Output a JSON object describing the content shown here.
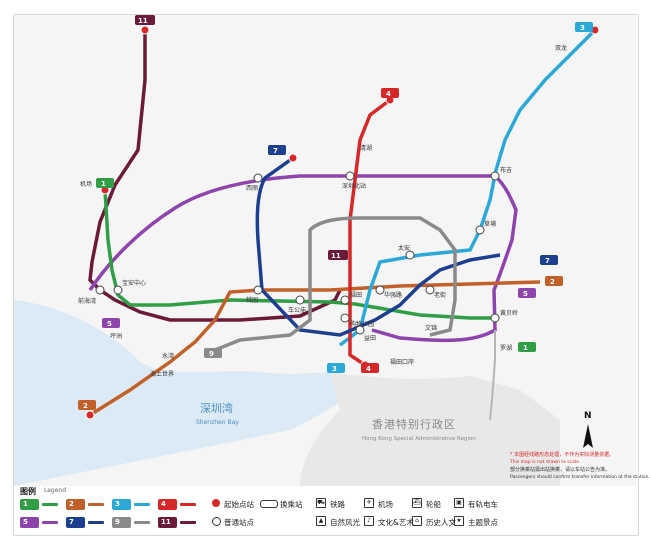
{
  "colors": {
    "line1": "#2f9e44",
    "line2": "#c2602a",
    "line3": "#2ba8d8",
    "line4": "#d62828",
    "line5": "#8e44ad",
    "line7": "#1d3f8f",
    "line9": "#8a8a8a",
    "line11": "#6b1a3a",
    "water": "#d6e8f3",
    "land": "#f2f2f2",
    "hk": "#e6e6e6"
  },
  "line_badges": {
    "l1": "1",
    "l2": "2",
    "l3": "3",
    "l4": "4",
    "l5": "5",
    "l7": "7",
    "l9": "9",
    "l11": "11"
  },
  "labels": {
    "bay_cn": "深圳湾",
    "bay_en": "Shenzhen Bay",
    "hk_cn": "香港特别行政区",
    "hk_en": "Hong Kong Special Administrative Region",
    "north": "N",
    "note_red": "* 本图经线路形态处理，不作为实际测量依据。",
    "note_red_en": "This map is not drawn to scale.",
    "note_black_1": "部分换乘站需出站换乘，请以车站公告为准。",
    "note_black_en": "Passengers should confirm transfer information at the station."
  },
  "stations": {
    "futian_port": "福田口岸",
    "luohu": "罗湖",
    "airport": "机场",
    "shuiwan": "水湾",
    "haishang_shijie": "海上世界",
    "baoan_center": "宝安中心",
    "chegongmiao": "车公庙",
    "shopping_park": "购物公园",
    "futian": "福田",
    "huaqiang_rd": "华强路",
    "laojie": "老街",
    "yitian": "益田",
    "shenzhen_north": "深圳北站",
    "xili": "西丽",
    "taoyuan": "桃园",
    "qianhaiwan": "前海湾",
    "shuangyong_street": "双龙",
    "qinghu": "清湖",
    "fenghuangcheng": "坪洲",
    "wenjin": "文锦",
    "huangbeiling": "黄贝岭",
    "buji": "布吉",
    "caopu": "草埔",
    "tai_an": "太安"
  },
  "legend": {
    "title": "图例",
    "title_en": "Legend",
    "start_end": "起始点站",
    "transfer": "换乘站",
    "normal": "普通站点",
    "railway": "铁路",
    "airport": "机场",
    "ferry": "轮船",
    "tram": "有轨电车",
    "scenic": "自然风光",
    "culture": "文化&艺术",
    "history": "历史人文",
    "theme": "主题景点"
  }
}
